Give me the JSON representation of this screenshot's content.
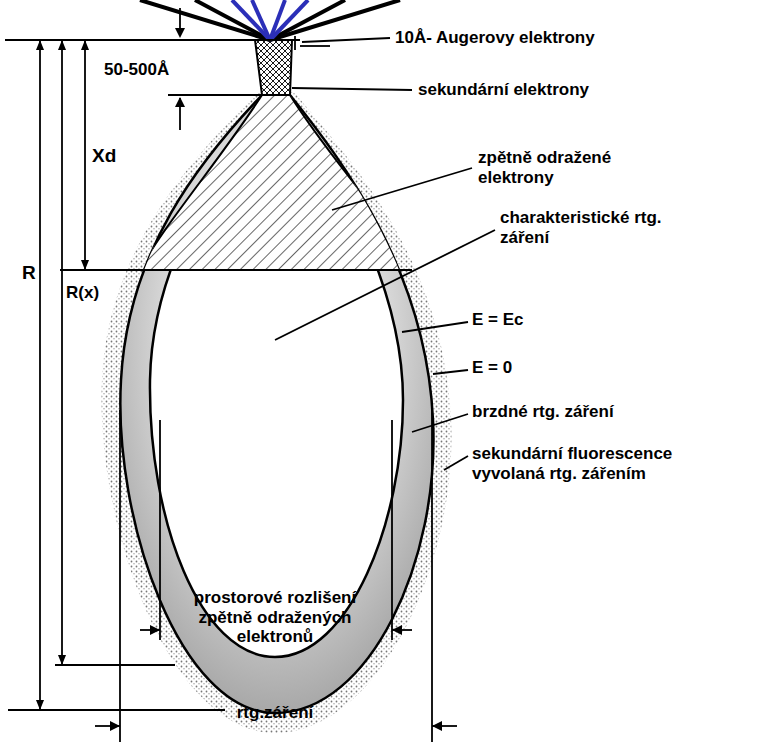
{
  "diagram": {
    "labels": [
      "10Å- Augerovy elektrony",
      "50-500Å",
      "sekundární elektrony",
      "Xd",
      "R",
      "R(x)",
      "zpětně odražené elektrony",
      "charakteristické rtg. záření",
      "E = Ec",
      "E = 0",
      "brzdné rtg. záření",
      "sekundární fluorescence vyvolaná rtg. zářením",
      "prostorové rozlišení zpětně odražených elektronů",
      "rtg.záření"
    ]
  }
}
